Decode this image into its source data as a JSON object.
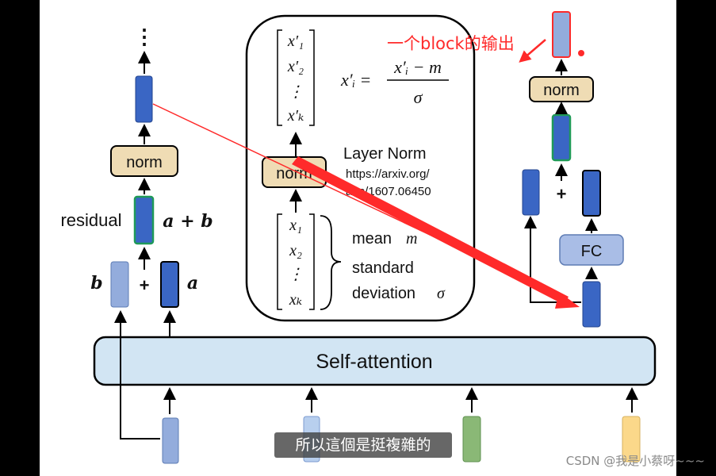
{
  "diagram": {
    "dots": "⋮",
    "norm_label": "norm",
    "residual_label": "residual",
    "sum_label": "a + b",
    "var_a": "a",
    "var_b": "b",
    "plus": "+",
    "layer_norm_title": "Layer Norm",
    "layer_norm_url_1": "https://arxiv.org/",
    "layer_norm_url_2": "abs/1607.06450",
    "mean_label": "mean",
    "mean_symbol": "m",
    "std_label_1": "standard",
    "std_label_2": "deviation",
    "std_symbol": "σ",
    "formula_lhs": "x′ᵢ =",
    "formula_num": "x′ᵢ − m",
    "formula_den": "σ",
    "vec_out": [
      "x′₁",
      "x′₂",
      "⋮",
      "x′ₖ"
    ],
    "vec_in": [
      "x₁",
      "x₂",
      "⋮",
      "xₖ"
    ],
    "fc_label": "FC",
    "self_attention_label": "Self-attention",
    "annotation": "一个block的输出"
  },
  "colors": {
    "blue_dark": "#3a66c4",
    "blue_light": "#93acdc",
    "green": "#8ab876",
    "yellow": "#fbd88a",
    "norm_fill": "#efdcb4",
    "fc_fill": "#a9bde6",
    "attention_fill": "#d2e5f3",
    "annotation_red": "#ff2a2a"
  },
  "subtitle": "所以這個是挺複雜的",
  "watermark": "CSDN @我是小蔡呀~~~"
}
